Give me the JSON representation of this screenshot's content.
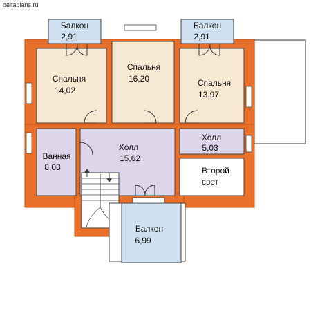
{
  "site": "deltaplans.ru",
  "colors": {
    "wall": "#e8702a",
    "wall_stroke": "#c24f16",
    "bedroom": "#f6e8d2",
    "bath_hall": "#ddd6ea",
    "balcony": "#cfe1f0",
    "white": "#ffffff",
    "line": "#333333"
  },
  "rooms": {
    "balcony_tl": {
      "name": "Балкон",
      "area": "2,91"
    },
    "balcony_tr": {
      "name": "Балкон",
      "area": "2,91"
    },
    "bedroom_left": {
      "name": "Спальня",
      "area": "14,02"
    },
    "bedroom_center": {
      "name": "Спальня",
      "area": "16,20"
    },
    "bedroom_right": {
      "name": "Спальня",
      "area": "13,97"
    },
    "bathroom": {
      "name": "Ванная",
      "area": "8,08"
    },
    "hall_main": {
      "name": "Холл",
      "area": "15,62"
    },
    "hall_small": {
      "name": "Холл",
      "area": "5,03"
    },
    "second_light": {
      "line1": "Второй",
      "line2": "свет"
    },
    "balcony_bottom": {
      "name": "Балкон",
      "area": "6,99"
    }
  }
}
